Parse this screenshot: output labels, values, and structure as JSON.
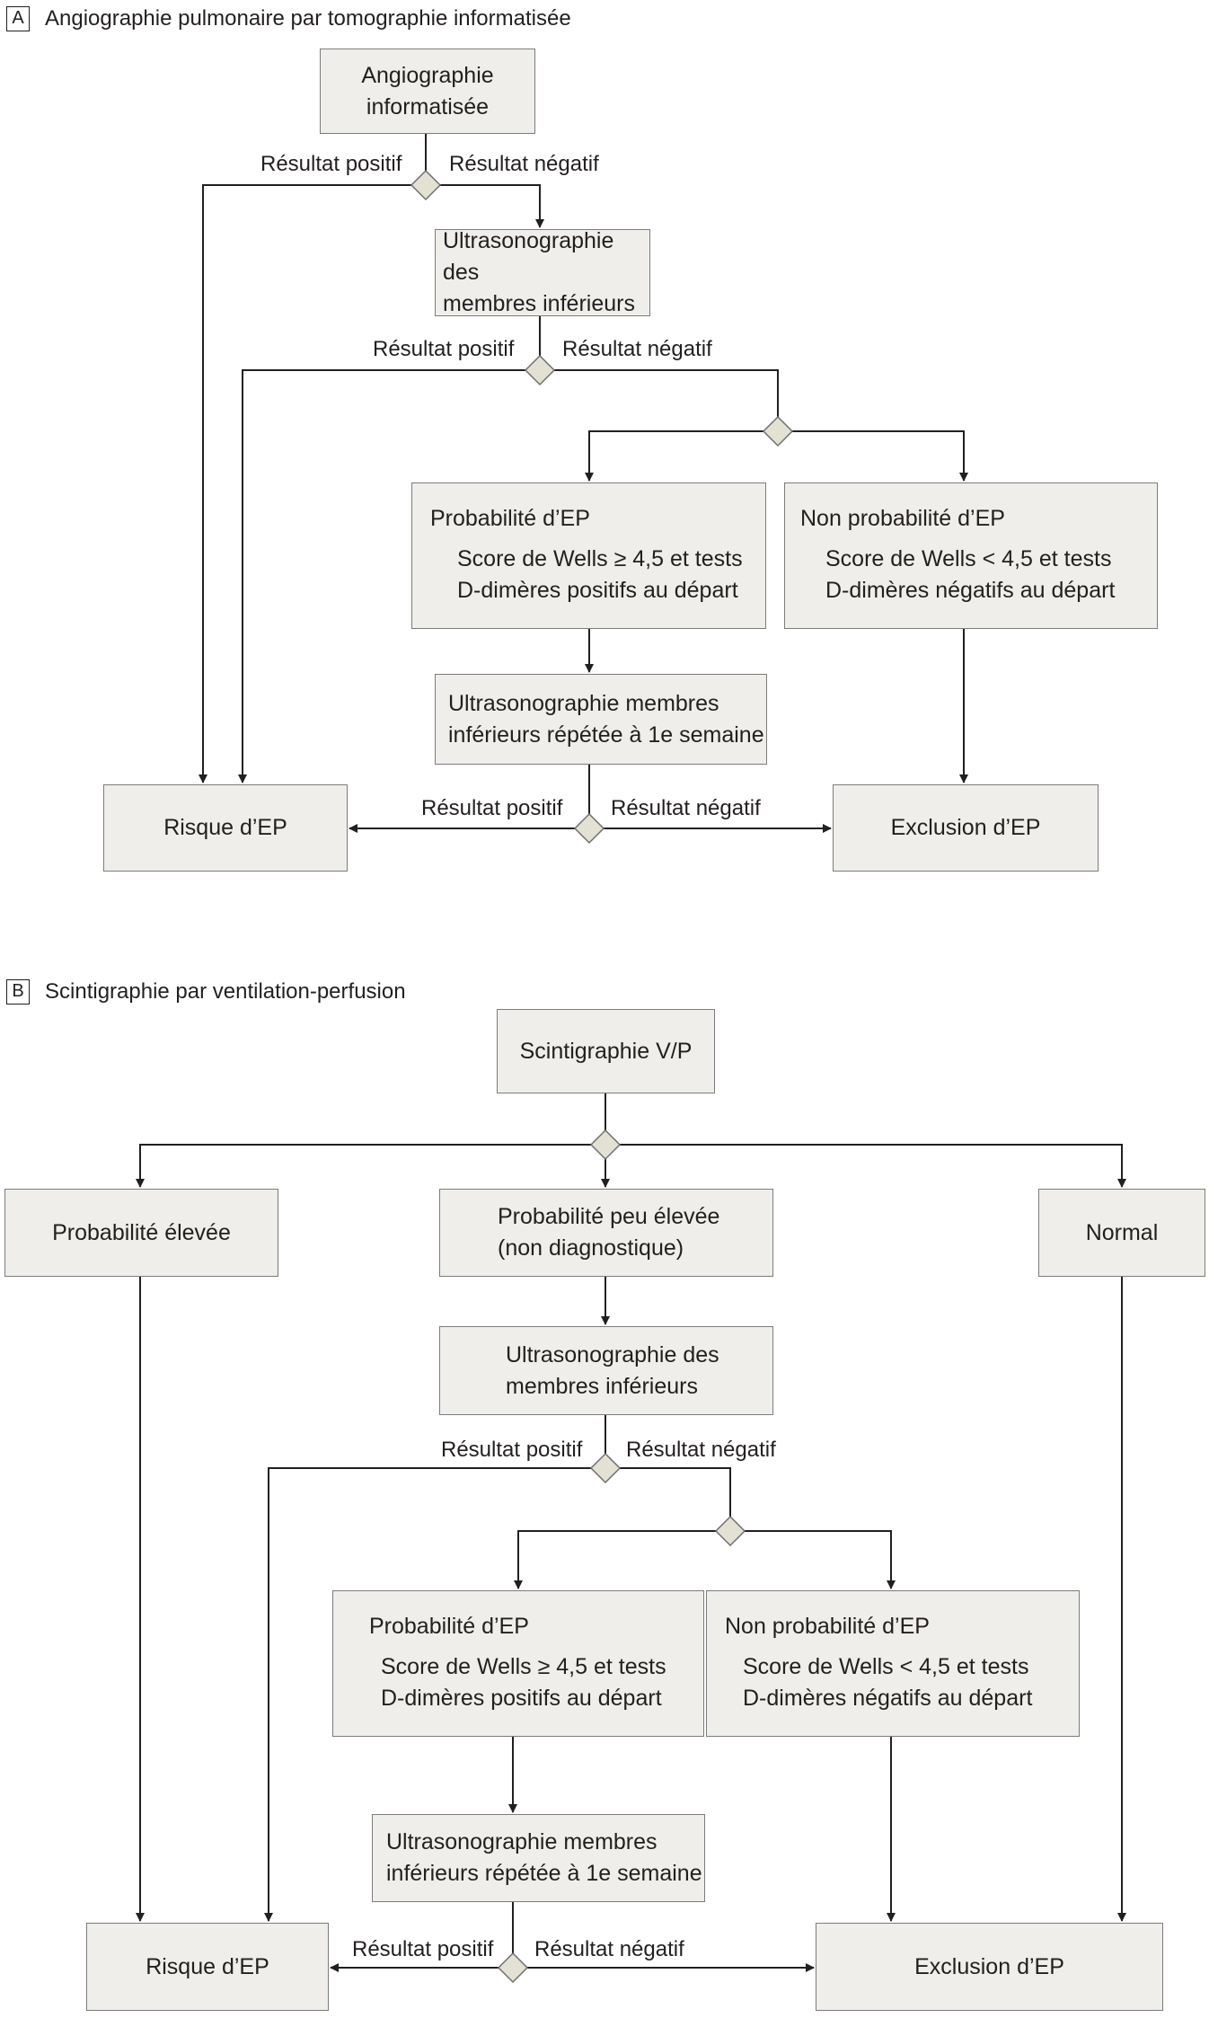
{
  "panel_a": {
    "tag": "A",
    "title": "Angiographie pulmonaire par tomographie informatisée",
    "start": [
      "Angiographie",
      "informatisée"
    ],
    "positive_1": "Résultat positif",
    "negative_1": "Résultat négatif",
    "ultrasound": [
      "Ultrasonographie des",
      "membres inférieurs"
    ],
    "positive_2": "Résultat positif",
    "negative_2": "Résultat négatif",
    "probable_title": "Probabilité d’EP",
    "probable_lines": [
      "Score de Wells ≥ 4,5 et tests",
      "D-dimères positifs au départ"
    ],
    "not_probable_title": "Non probabilité d’EP",
    "not_probable_lines": [
      "Score de Wells < 4,5 et tests",
      "D-dimères négatifs au départ"
    ],
    "repeat_ultrasound": [
      "Ultrasonographie membres",
      "inférieurs répétée à 1e semaine"
    ],
    "positive_3": "Résultat positif",
    "negative_3": "Résultat négatif",
    "risk": "Risque d’EP",
    "exclusion": "Exclusion d’EP"
  },
  "panel_b": {
    "tag": "B",
    "title": "Scintigraphie par ventilation-perfusion",
    "start": "Scintigraphie V/P",
    "high": "Probabilité élevée",
    "low": [
      "Probabilité peu élevée",
      "(non diagnostique)"
    ],
    "normal": "Normal",
    "ultrasound": [
      "Ultrasonographie des",
      "membres inférieurs"
    ],
    "positive_1": "Résultat positif",
    "negative_1": "Résultat négatif",
    "probable_title": "Probabilité d’EP",
    "probable_lines": [
      "Score de Wells ≥ 4,5 et tests",
      "D-dimères positifs au départ"
    ],
    "not_probable_title": "Non probabilité d’EP",
    "not_probable_lines": [
      "Score de Wells < 4,5 et tests",
      "D-dimères négatifs au départ"
    ],
    "repeat_ultrasound": [
      "Ultrasonographie membres",
      "inférieurs répétée à 1e semaine"
    ],
    "positive_2": "Résultat positif",
    "negative_2": "Résultat négatif",
    "risk": "Risque d’EP",
    "exclusion": "Exclusion d’EP"
  },
  "colors": {
    "box_fill": "#efeeea",
    "box_border": "#7c7c7c",
    "line": "#231f20",
    "diamond_fill": "#e3e1d3"
  }
}
